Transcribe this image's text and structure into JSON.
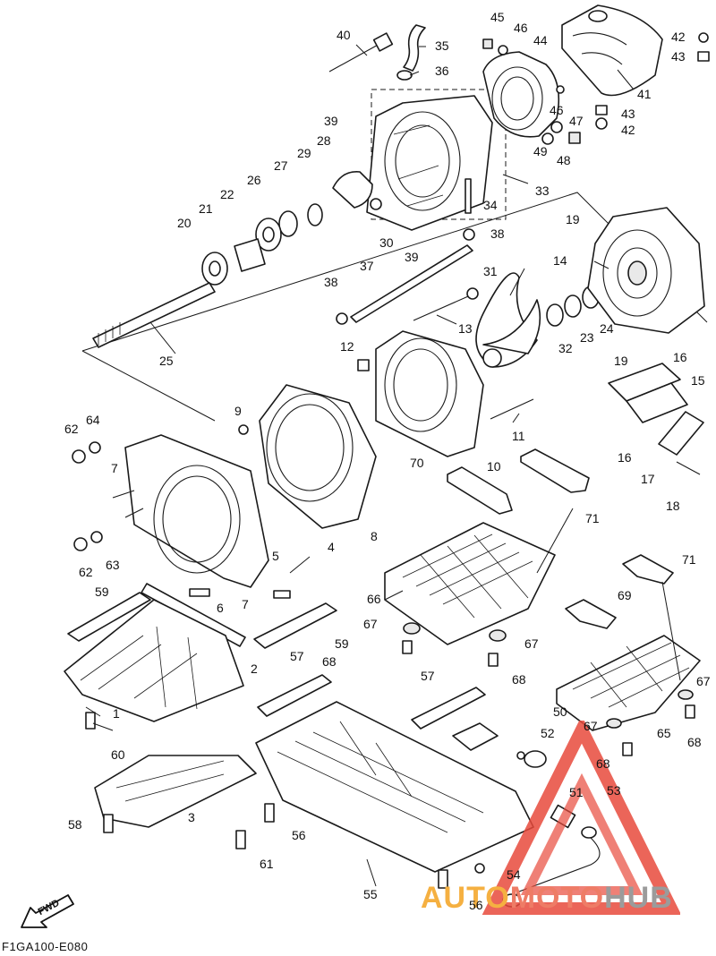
{
  "diagram": {
    "code": "F1GA100-E080",
    "fwd_label": "FWD",
    "watermark": {
      "a": "AUTO",
      "m": "MOTO",
      "h": "HUB",
      "color_tri": "#e84a3c",
      "color_auto": "#f5b041",
      "color_moto": "#ee7c66",
      "color_hub": "#9b9b9b"
    },
    "callouts": [
      "40",
      "35",
      "45",
      "46",
      "44",
      "42",
      "43",
      "36",
      "41",
      "39",
      "28",
      "46",
      "47",
      "43",
      "27",
      "29",
      "42",
      "49",
      "48",
      "26",
      "33",
      "22",
      "34",
      "21",
      "20",
      "30",
      "39",
      "38",
      "19",
      "37",
      "31",
      "14",
      "38",
      "24",
      "23",
      "13",
      "32",
      "25",
      "12",
      "19",
      "16",
      "15",
      "9",
      "64",
      "11",
      "62",
      "10",
      "7",
      "70",
      "71",
      "16",
      "17",
      "18",
      "8",
      "5",
      "4",
      "63",
      "62",
      "66",
      "59",
      "6",
      "7",
      "71",
      "69",
      "67",
      "67",
      "59",
      "68",
      "68",
      "2",
      "57",
      "57",
      "1",
      "67",
      "50",
      "52",
      "65",
      "60",
      "67",
      "68",
      "68",
      "51",
      "53",
      "3",
      "58",
      "56",
      "61",
      "54",
      "55",
      "56"
    ]
  }
}
